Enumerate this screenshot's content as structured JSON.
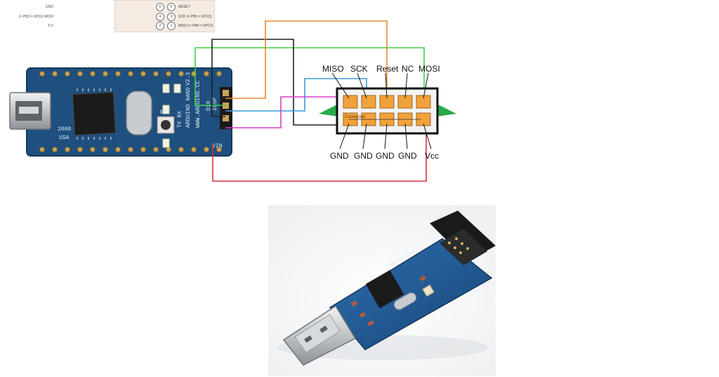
{
  "pinout_table": {
    "rows": [
      {
        "left": "GND",
        "pin_a": "6",
        "pin_b": "5",
        "right": "RESET"
      },
      {
        "left": "(= PB3 = DP11) MOSI",
        "pin_a": "4",
        "pin_b": "3",
        "right": "SCK (= PB5 = DP13)"
      },
      {
        "left": "5 V",
        "pin_a": "2",
        "pin_b": "1",
        "right": "MISO (= PB4 = DP12)"
      }
    ]
  },
  "isp_header": {
    "top_labels": [
      "MISO",
      "SCK",
      "Reset",
      "NC",
      "MOSI"
    ],
    "bottom_labels": [
      "GND",
      "GND",
      "GND",
      "GND",
      "Vcc"
    ],
    "connected_text": "Connected"
  },
  "arduino_board": {
    "silk_name": "ARDUINO NANO",
    "silk_version": "V2.3",
    "silk_site": "WWW.ARDUINO.CC",
    "silk_year": "2008",
    "silk_country": "USA",
    "silk_icsp": "ICSP",
    "silk_rst": "RST",
    "silk_txrx": "TX RX",
    "silk_vin": "VIN",
    "silk_d10": "D10"
  },
  "usbasp_board": {
    "silk_name": "USBASP V2.0"
  },
  "colors": {
    "wire_orange": "#e8892c",
    "wire_green": "#3dd24a",
    "wire_black": "#222222",
    "wire_blue": "#3b9bd6",
    "wire_magenta": "#d63fc9",
    "wire_red": "#d9333a",
    "pin_pad": "#f2a23a",
    "pcb_blue": "#1e4f7e"
  }
}
